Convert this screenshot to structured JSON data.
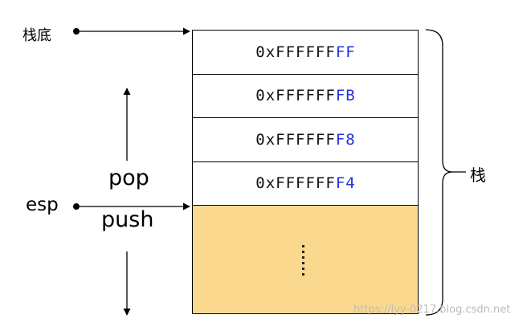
{
  "labels": {
    "stack_bottom": "栈底",
    "esp": "esp",
    "pop": "pop",
    "push": "push",
    "stack": "栈",
    "ellipsis": "⋮"
  },
  "cells": [
    {
      "prefix": "0xFFFFFF",
      "suffix": "FF"
    },
    {
      "prefix": "0xFFFFFF",
      "suffix": "FB"
    },
    {
      "prefix": "0xFFFFFF",
      "suffix": "F8"
    },
    {
      "prefix": "0xFFFFFF",
      "suffix": "F4"
    }
  ],
  "watermark": "https://lyy-0217.blog.csdn.net",
  "colors": {
    "suffix": "#2233dd",
    "free_area": "#fad98f",
    "line": "#000000"
  }
}
